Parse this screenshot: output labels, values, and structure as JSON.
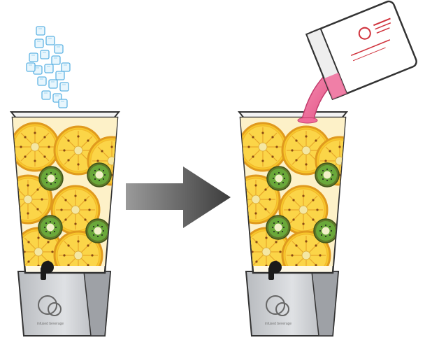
{
  "illustration": {
    "steps": [
      {
        "name": "add-ice",
        "dispenser_logo_text": "infused beverage"
      },
      {
        "name": "pour-mix",
        "dispenser_logo_text": "infused beverage"
      }
    ],
    "arrow_icon": "right-arrow-icon",
    "ingredients": [
      "pineapple-slice",
      "kiwi-slice",
      "ice-cube",
      "pink-drink-mix"
    ],
    "colors": {
      "pineapple": "#f7c72b",
      "pineapple_rind": "#e09a1e",
      "kiwi_flesh": "#6aa83a",
      "kiwi_core": "#f2f0c8",
      "ice": "#9fd4f0",
      "mix": "#f06b9a",
      "base": "#c9cbcf",
      "arrow": "#4a4a4a"
    }
  }
}
